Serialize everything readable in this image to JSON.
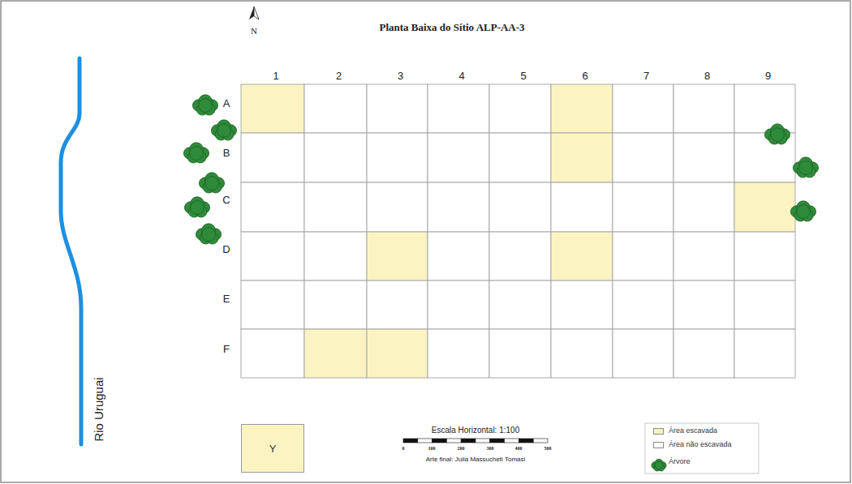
{
  "diagram": {
    "title": "Planta Baixa do Sítio ALP-AA-3",
    "nodes": [
      {
        "text": [
          "Y"
        ]
      }
    ],
    "edges": [],
    "labels": [
      "N",
      "1",
      "2",
      "3",
      "4",
      "5",
      "6",
      "7",
      "8",
      "9",
      "A",
      "B",
      "C",
      "D",
      "E",
      "F",
      "Rio Uruguai",
      "Escala Horizontal: 1:100",
      "0",
      "100",
      "200",
      "300",
      "400",
      "500",
      "Arte final: Julia Massucheti Tomasi"
    ],
    "legend": [
      {
        "text": "Área escavada",
        "color": "#fbf4c2"
      },
      {
        "text": "Área não escavada",
        "color": "#ffffff"
      },
      {
        "text": "Árvore"
      }
    ]
  }
}
